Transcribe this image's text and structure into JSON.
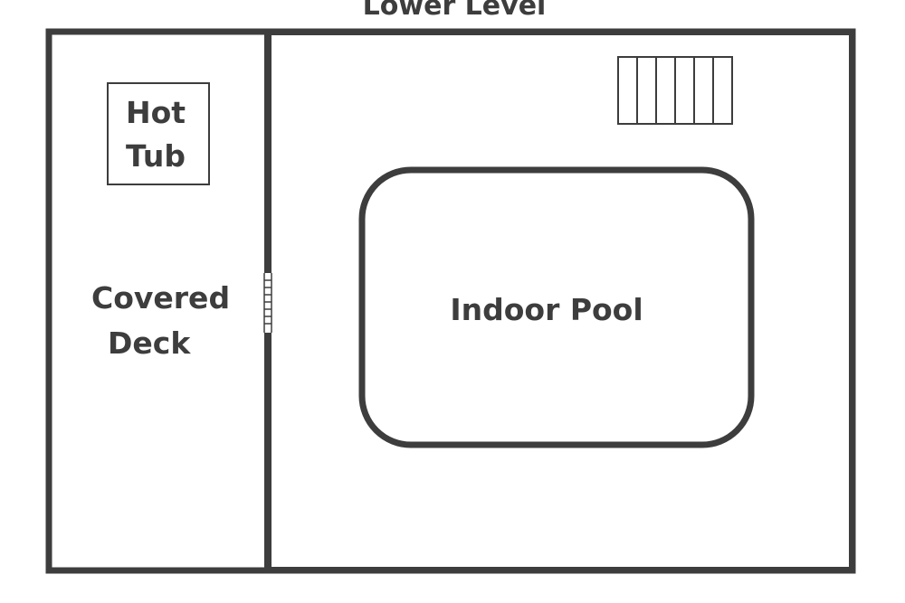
{
  "title": "Lower Level",
  "rooms": {
    "hot_tub": [
      "Hot",
      "Tub"
    ],
    "covered_deck": [
      "Covered",
      "Deck"
    ],
    "indoor_pool": "Indoor Pool"
  },
  "colors": {
    "wall": "#3d3d3d",
    "text": "#3d3d3d",
    "background": "#ffffff"
  }
}
